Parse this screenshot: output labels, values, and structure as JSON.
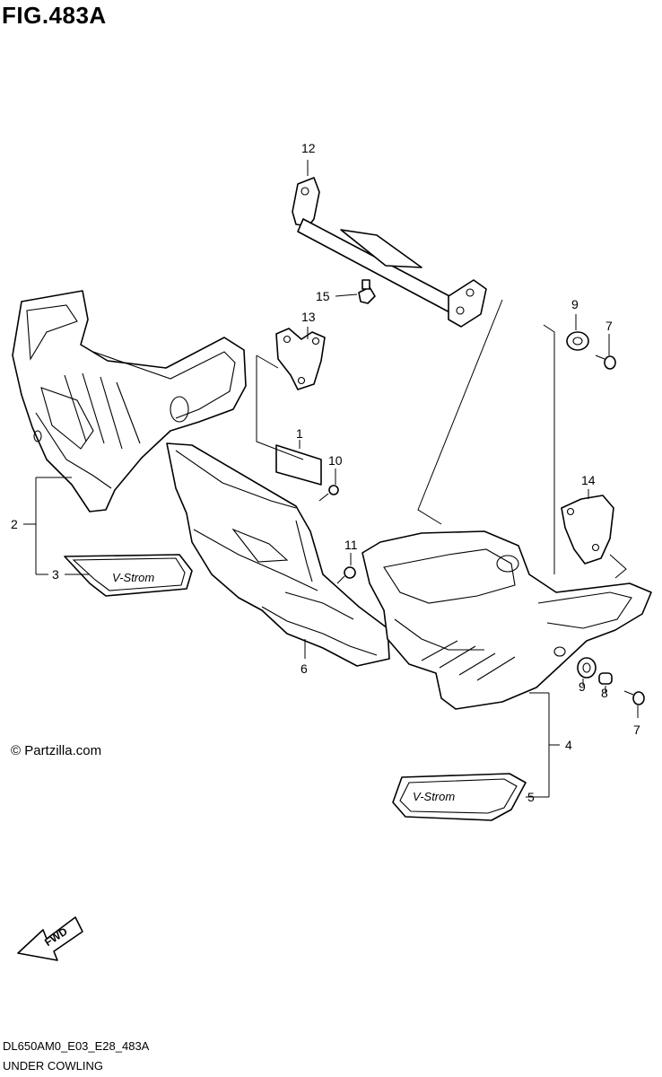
{
  "figure": {
    "title": "FIG.483A",
    "code": "DL650AM0_E03_E28_483A",
    "caption": "UNDER COWLING"
  },
  "watermark": "© Partzilla.com",
  "emblem_text": "V-Strom",
  "fwd_label": "FWD",
  "callouts": {
    "c1": "1",
    "c2": "2",
    "c3": "3",
    "c4": "4",
    "c5": "5",
    "c6": "6",
    "c7a": "7",
    "c7b": "7",
    "c8": "8",
    "c9a": "9",
    "c9b": "9",
    "c10": "10",
    "c11": "11",
    "c12": "12",
    "c13": "13",
    "c14": "14",
    "c15": "15"
  }
}
